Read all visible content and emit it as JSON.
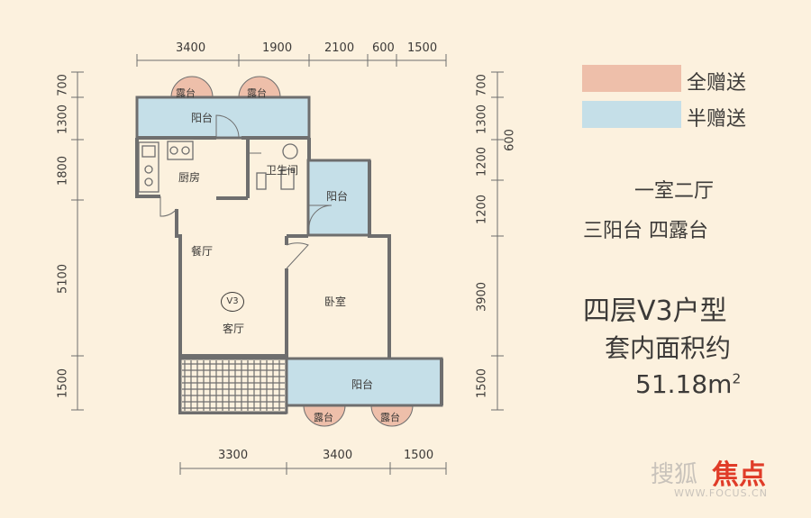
{
  "legend": [
    {
      "label": "全赠送",
      "color": "#eebfaa"
    },
    {
      "label": "半赠送",
      "color": "#c5dfe8"
    }
  ],
  "info": {
    "layout": "一室二厅",
    "balconies": "三阳台 四露台",
    "unit_title": "四层V3户型",
    "area_label": "套内面积约",
    "area_value": "51.18m",
    "area_sup": "2"
  },
  "rooms": {
    "balcony_top": "阳台",
    "kitchen": "厨房",
    "bathroom": "卫生间",
    "balcony_mid": "阳台",
    "dining": "餐厅",
    "bedroom": "卧室",
    "living": "客厅",
    "unit_mark": "V3",
    "balcony_bottom": "阳台",
    "terrace": "露台"
  },
  "dimensions": {
    "top": [
      "3400",
      "1900",
      "2100",
      "600",
      "1500"
    ],
    "bottom": [
      "3300",
      "3400",
      "1500"
    ],
    "left": [
      "700",
      "1300",
      "1800",
      "5100",
      "1500"
    ],
    "right": [
      "700",
      "1300",
      "1200",
      "1200",
      "3900",
      "1500"
    ],
    "right_outer": "600"
  },
  "watermark": {
    "cn": "搜狐",
    "brand": "焦点",
    "url": "WWW.FOCUS.CN"
  },
  "colors": {
    "background": "#fcf1de",
    "wall": "#6e6e6e",
    "terrace": "#eebfaa",
    "balcony": "#c5dfe8",
    "text": "#3c3a38",
    "watermark_brand": "#e03c28"
  }
}
